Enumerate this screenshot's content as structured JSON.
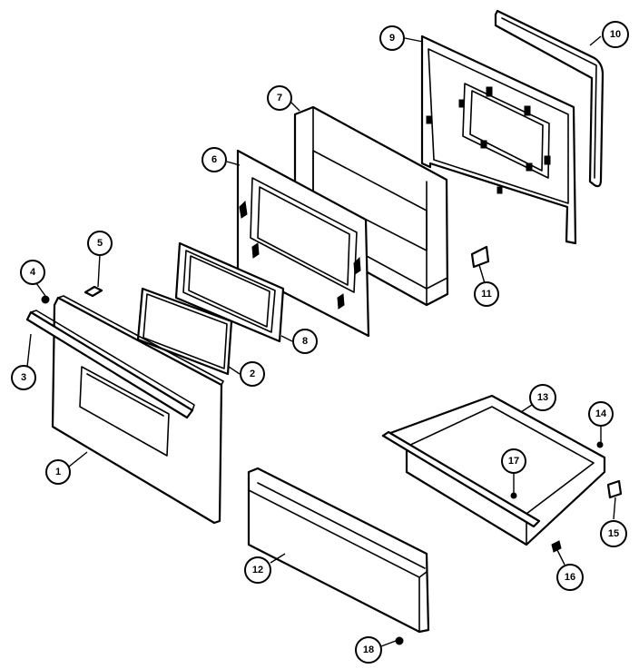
{
  "callouts": [
    "1",
    "2",
    "3",
    "4",
    "5",
    "6",
    "7",
    "8",
    "9",
    "10",
    "11",
    "12",
    "13",
    "14",
    "15",
    "16",
    "17",
    "18"
  ],
  "colors": {
    "line": "#000000",
    "background": "#ffffff"
  }
}
